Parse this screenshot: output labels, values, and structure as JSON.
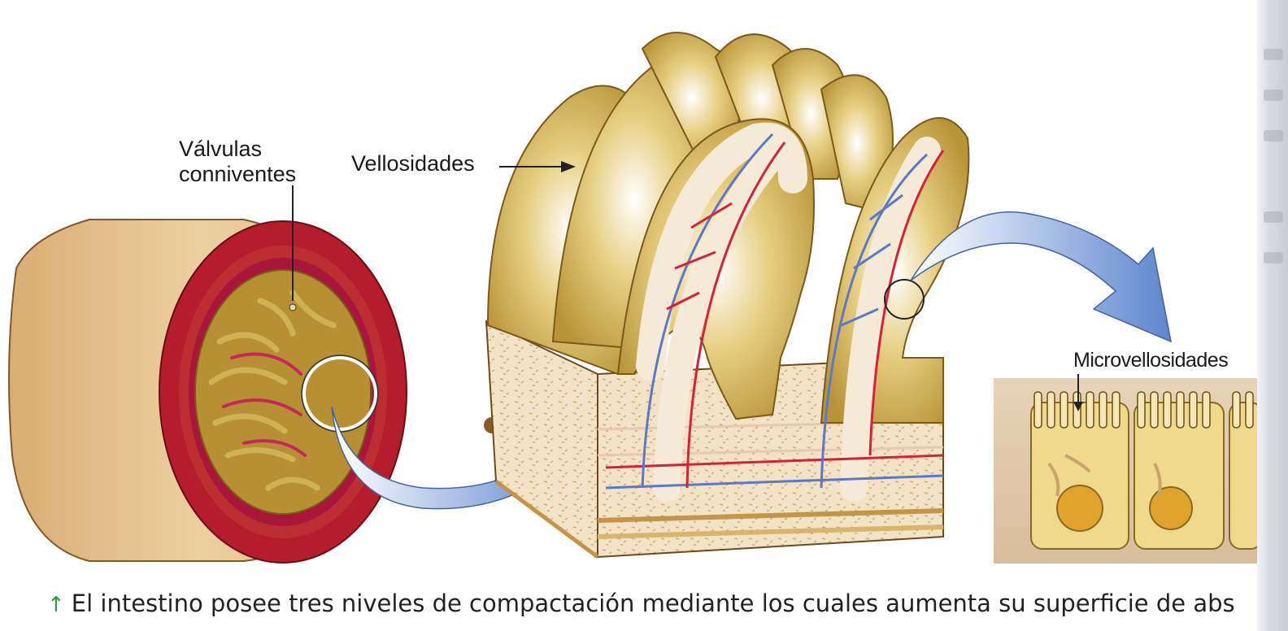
{
  "labels": {
    "valvulas": [
      "Válvulas",
      "conniventes"
    ],
    "vellosidades": "Vellosidades",
    "microvellosidades": "Microvellosidades"
  },
  "caption": {
    "arrow_icon": "up-arrow-icon",
    "text": "El intestino posee tres niveles de compactación mediante los cuales aumenta su superficie de abs"
  },
  "colors": {
    "intestine_outer": "#e8c895",
    "muscle_red": "#b11a2a",
    "mucosa_gold": "#b08a2e",
    "villus_fill": "#d2b257",
    "connective_tissue": "#f1dfc0",
    "artery_red": "#d9203a",
    "vein_blue": "#5b79c8",
    "arrow_blue": "#6f93d3",
    "cell_fill": "#f0d98a",
    "nucleus": "#e0a42c",
    "caption_arrow": "#2a9a3a"
  }
}
